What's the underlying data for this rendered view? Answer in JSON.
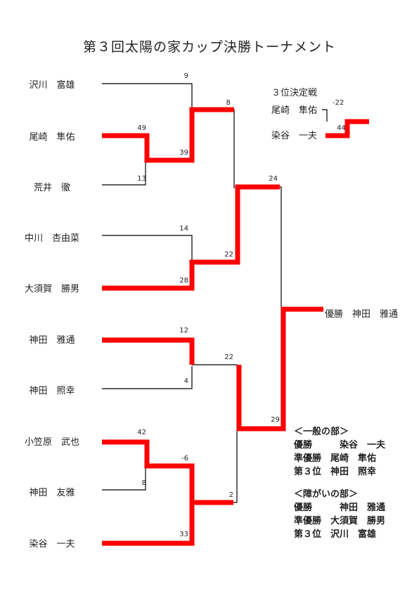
{
  "title": "第３回太陽の家カップ決勝トーナメント",
  "players": [
    "沢川　富雄",
    "尾崎　隼佑",
    "荒井　徹",
    "中川　杏由菜",
    "大須賀　勝男",
    "神田　雅通",
    "神田　照幸",
    "小笠原　武也",
    "神田　友雅",
    "染谷　一夫"
  ],
  "scores": {
    "r1_p1": "9",
    "r1_p2": "49",
    "r1_p3": "13",
    "r2_top": "39",
    "r3_top_a": "8",
    "r1_p4": "14",
    "r1_p5": "28",
    "r3_top_b": "22",
    "semi_top": "24",
    "r1_p6": "12",
    "r1_p7": "4",
    "r3_bot_a": "22",
    "r1_p8": "42",
    "r1_p9": "8",
    "r2_bot": "-6",
    "r3_bot_b": "2",
    "r1_p10": "33",
    "semi_bot": "29"
  },
  "third_place": {
    "title": "３位決定戦",
    "players": [
      "尾崎　隼佑",
      "染谷　一夫"
    ],
    "scores": [
      "-22",
      "44"
    ]
  },
  "champion": "優勝　神田　雅通",
  "results": {
    "general_title": "＜一般の部＞",
    "general": [
      "優勝　　　染谷　一夫",
      "準優勝　尾崎　隼佑",
      "第３位　神田　照幸"
    ],
    "disabled_title": "＜障がいの部＞",
    "disabled": [
      "優勝　　　神田　雅通",
      "準優勝　大須賀　勝男",
      "第３位　沢川　富雄"
    ]
  },
  "colors": {
    "win": "#ff0000",
    "line": "#000000"
  }
}
